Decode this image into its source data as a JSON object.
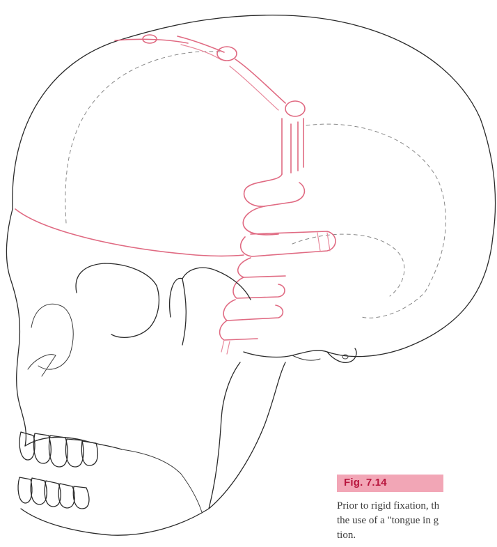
{
  "figure": {
    "label": "Fig. 7.14",
    "caption_lines": [
      "Prior to rigid fixation, th",
      "the use of a \"tongue in g",
      "tion."
    ],
    "illustration": "skull-lateral-oblique-view-with-tongue-in-groove-osteotomy",
    "colors": {
      "outline": "#2a2a2a",
      "osteotomy": "#e06a82",
      "label_bg": "#f2a6b6",
      "label_text": "#b8163e"
    }
  }
}
